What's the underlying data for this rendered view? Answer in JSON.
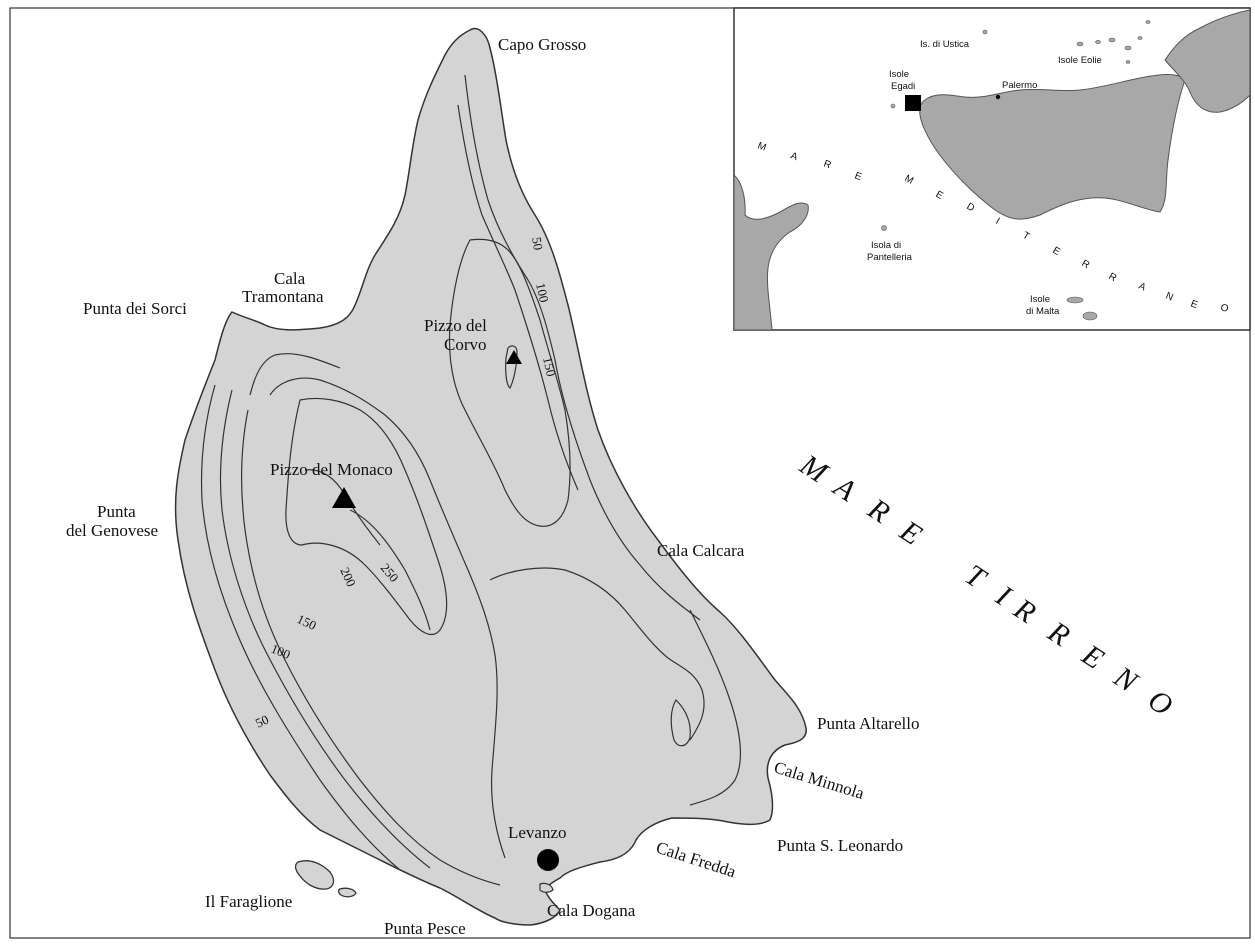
{
  "main_map": {
    "sea_label": [
      "M",
      "A",
      "R",
      "E",
      " ",
      "T",
      "I",
      "R",
      "R",
      "E",
      "N",
      "O"
    ],
    "places": {
      "capo_grosso": "Capo Grosso",
      "cala_tramontana_1": "Cala",
      "cala_tramontana_2": "Tramontana",
      "punta_dei_sorci": "Punta dei Sorci",
      "pizzo_del_corvo_1": "Pizzo del",
      "pizzo_del_corvo_2": "Corvo",
      "pizzo_del_monaco": "Pizzo del Monaco",
      "punta_del_genovese_1": "Punta",
      "punta_del_genovese_2": "del Genovese",
      "cala_calcara": "Cala Calcara",
      "punta_altarello": "Punta Altarello",
      "cala_minnola": "Cala Minnola",
      "punta_s_leonardo": "Punta S. Leonardo",
      "levanzo": "Levanzo",
      "cala_fredda": "Cala Fredda",
      "il_faraglione": "Il Faraglione",
      "cala_dogana": "Cala Dogana",
      "punta_pesce": "Punta Pesce"
    },
    "contours": {
      "c50_east": "50",
      "c100_east": "100",
      "c150_east": "150",
      "c250": "250",
      "c200": "200",
      "c150_west": "150",
      "c100_west": "100",
      "c50_west": "50"
    },
    "colors": {
      "land": "#d4d4d4",
      "outline": "#333333",
      "marker": "#000000"
    }
  },
  "inset_map": {
    "places": {
      "ustica": "Is. di Ustica",
      "eolie": "Isole Eolie",
      "egadi_1": "Isole",
      "egadi_2": "Egadi",
      "palermo": "Palermo",
      "pantelleria_1": "Isola di",
      "pantelleria_2": "Pantelleria",
      "malta_1": "Isole",
      "malta_2": "di Malta"
    },
    "sea_label": [
      "M",
      "A",
      "R",
      "E",
      "M",
      "E",
      "D",
      "I",
      "T",
      "E",
      "R",
      "R",
      "A",
      "N",
      "E",
      "O"
    ],
    "colors": {
      "land": "#a8a8a8",
      "frame": "#333333"
    }
  }
}
